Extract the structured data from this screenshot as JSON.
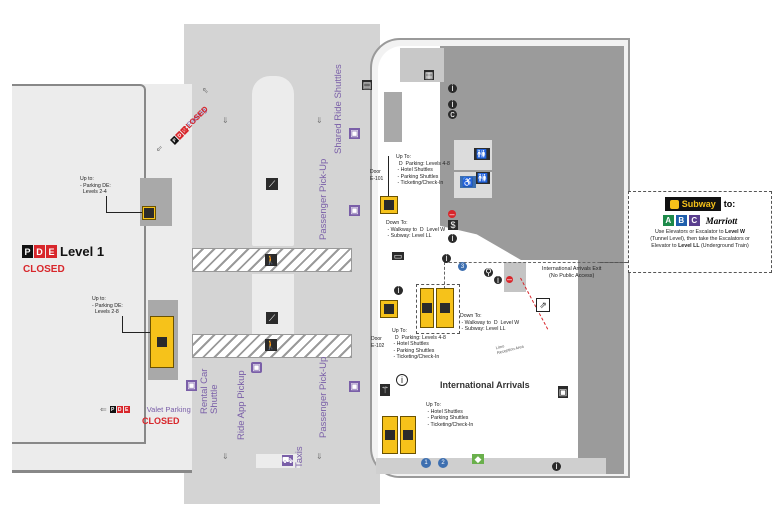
{
  "garage": {
    "level_label": "Level 1",
    "level_status": "CLOSED",
    "parking_label": "Parking",
    "parking_status": "CLOSED",
    "valet_label": "Valet Parking",
    "valet_status": "CLOSED",
    "pde_letters": [
      "P",
      "D",
      "E"
    ],
    "upper_note": "Up to:\n- Parking DE:\n  Levels 2-4",
    "lower_note": "Up to:\n- Parking DE:\n  Levels 2-8"
  },
  "roads": {
    "rental_car": "Rental Car\nShuttle",
    "ride_app": "Ride App Pickup",
    "passenger_pickup_top": "Passenger Pick-Up",
    "passenger_pickup_bottom": "Passenger Pick-Up",
    "shared_ride": "Shared Ride Shuttles",
    "taxis": "Taxis"
  },
  "doors": {
    "e101": "Door\nE-101",
    "e102": "Door\nE-102"
  },
  "notes": {
    "e101_up": "Up To:\n  D  Parking: Levels 4-8\n - Hotel Shuttles\n - Parking Shuttles\n - Ticketing/Check-In",
    "e101_down": "Down To:\n - Walkway to  D  Level W\n - Subway: Level LL",
    "e102_up": "Up To:\n  D  Parking: Levels 4-8\n - Hotel Shuttles\n - Parking Shuttles\n - Ticketing/Check-In",
    "center_down": "Down To:\n - Walkway to  D  Level W\n - Subway: Level LL",
    "arrivals_up": "Up To:\n - Hotel Shuttles\n - Parking Shuttles\n - Ticketing/Check-In"
  },
  "terminal": {
    "area_label": "International Arrivals",
    "exit_label": "International Arrivals Exit",
    "exit_sub": "(No Public Access)",
    "reception": "Limo\nReception Area",
    "numbers": [
      "1",
      "2",
      "3"
    ]
  },
  "callout": {
    "title_prefix": "Subway",
    "title_suffix": "to:",
    "lines": [
      "A",
      "B",
      "C"
    ],
    "brand": "Marriott",
    "text1": "Use Elevators or Escalator to ",
    "text1_b": "Level W",
    "text2": "(Tunnel Level), then take the Escalators or",
    "text3": "Elevator to ",
    "text3_b": "Level LL",
    "text3_end": " (Underground Train)"
  },
  "colors": {
    "yellow": "#f6c21a",
    "red": "#d8262b",
    "purple": "#7a5fa8",
    "line_a": "#1d8a4a",
    "line_b": "#1f5fad",
    "line_c": "#5b3f8f",
    "blue_marker": "#3d6fb0"
  },
  "icons": [
    "elevator-icon",
    "escalator-icon",
    "walk-icon",
    "taxi-icon",
    "shuttle-icon",
    "info-icon",
    "restroom-icon",
    "exit-icon",
    "atm-icon",
    "no-entry-icon",
    "subway-icon"
  ]
}
